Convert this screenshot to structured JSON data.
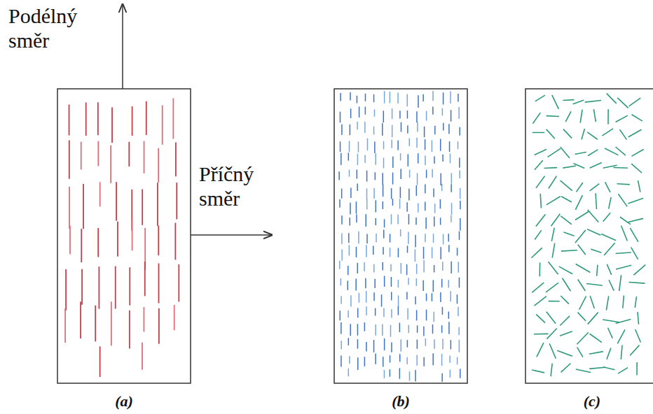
{
  "diagram": {
    "labels": [
      "Podélný směr",
      "Příčný směr",
      "(a)",
      "(b)",
      "(c)"
    ]
  }
}
